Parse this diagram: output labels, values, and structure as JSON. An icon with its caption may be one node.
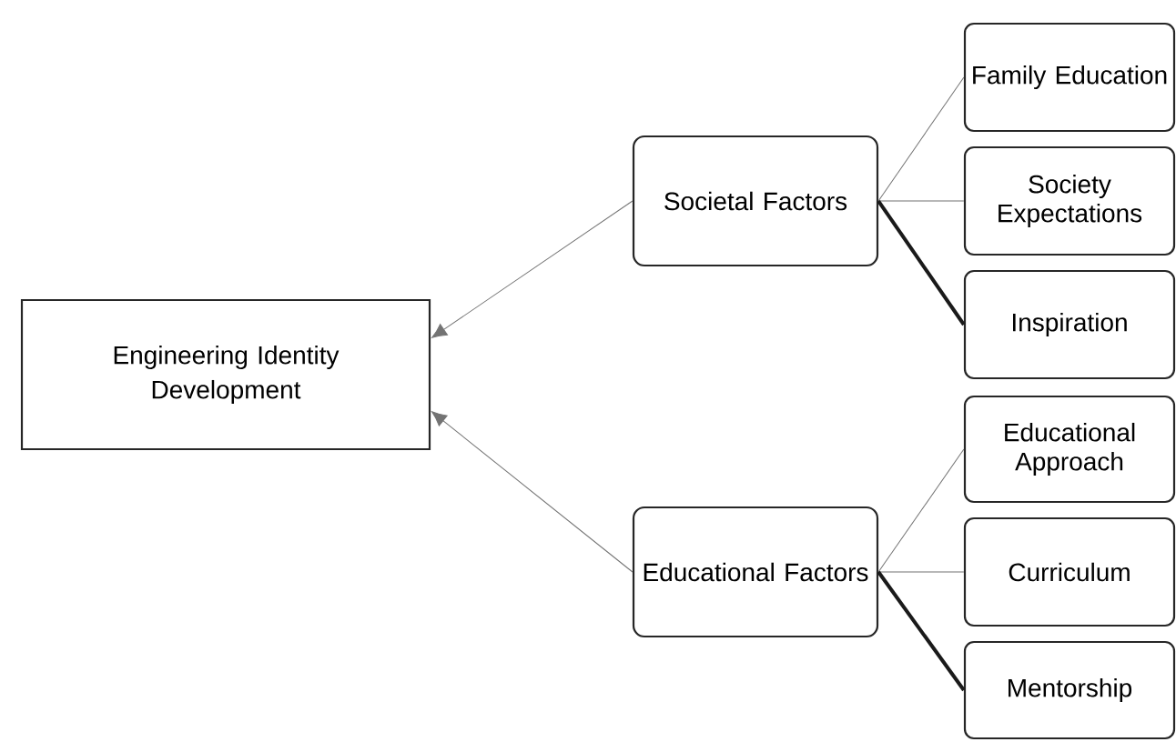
{
  "diagram": {
    "nodes": [
      {
        "text": [
          "Engineering Identity Development"
        ]
      },
      {
        "text": [
          "Societal Factors"
        ]
      },
      {
        "text": [
          "Educational Factors"
        ]
      },
      {
        "text": [
          "Family Education"
        ]
      },
      {
        "text": [
          "Society Expectations"
        ]
      },
      {
        "text": [
          "Inspiration"
        ]
      },
      {
        "text": [
          "Educational Approach"
        ]
      },
      {
        "text": [
          "Curriculum"
        ]
      },
      {
        "text": [
          "Mentorship"
        ]
      }
    ],
    "edges": [
      {
        "from": 1,
        "to": 0,
        "arrow": "to"
      },
      {
        "from": 2,
        "to": 0,
        "arrow": "to"
      },
      {
        "from": 1,
        "to": 3,
        "arrow": "none"
      },
      {
        "from": 1,
        "to": 4,
        "arrow": "none"
      },
      {
        "from": 1,
        "to": 5,
        "arrow": "none",
        "style": "thick",
        "color": "#1a1a1a"
      },
      {
        "from": 2,
        "to": 6,
        "arrow": "none"
      },
      {
        "from": 2,
        "to": 7,
        "arrow": "none"
      },
      {
        "from": 2,
        "to": 8,
        "arrow": "none",
        "style": "thick",
        "color": "#1a1a1a"
      }
    ]
  }
}
